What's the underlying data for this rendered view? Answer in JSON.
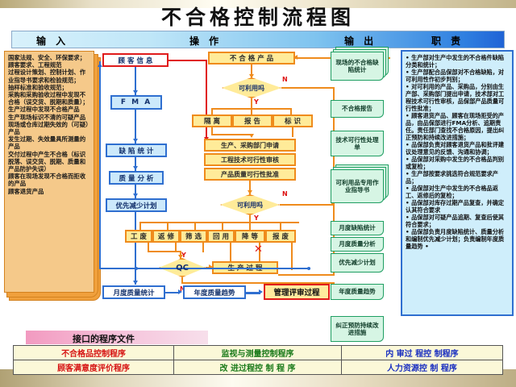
{
  "title": "不合格控制流程图",
  "header": {
    "input": "输  入",
    "operation": "操      作",
    "output": "输   出",
    "responsibility": "职   责"
  },
  "input_items": [
    "国家法规、安全、环保要求；",
    "顾客要求、工程规范",
    "过程设计策划、控制计划、作业指导书要求和检验规范；",
    "抽样标准和验收规范；",
    "采购和采购验收过程中发现不合格（误交货、脱期和质量）；",
    "生产过程中发现不合格产品",
    "生产现场标识不清的可疑产品",
    "现场或仓库过期失效的（可疑）产品",
    "发生过期、失效量具所测量的产品",
    "交付过程中产生不合格（标识脱落、误交货、脱期、质量和产品防护失误）",
    "顾客在现场发现不合格而拒收的产品",
    "顾客退货产品"
  ],
  "flow": {
    "customer_info": "顾 客 信 息",
    "fma": "F M A",
    "defect_stat": "缺 陷 统 计",
    "quality_analysis": "质 量 分 析",
    "priority_plan": "优先减少计划",
    "nonconforming": "不 合 格 产 品",
    "decision1": "可利用吗",
    "decision1_yes": "Y",
    "decision1_no": "N",
    "isolate": "隔   离",
    "report": "报   告",
    "mark": "标   识",
    "apply": "生产、采购部门申请",
    "tech_review": "工程技术可行性审核",
    "quality_approve": "产品质量可行性批准",
    "decision2": "可利用吗",
    "decision2_yes": "Y",
    "decision2_no": "N",
    "dispositions": [
      "工  废",
      "返  修",
      "筛  选",
      "回  用",
      "降   等",
      "报   废"
    ],
    "qc": "QC",
    "qc_yes": "Y",
    "qc_no": "N",
    "production": "生  产  过  程",
    "monthly_stat": "月度质量统计",
    "annual_trend": "年度质量趋势",
    "mgmt_review": "管理评审过程",
    "x_mark": "✕"
  },
  "outputs": [
    {
      "text": "现场的不合格缺陷统计",
      "stacked": true
    },
    {
      "text": "不合格报告",
      "stacked": false
    },
    {
      "text": "技术可行性处理单",
      "stacked": false
    },
    {
      "text": "可利用品专用作业指导书",
      "stacked": true
    },
    {
      "text": "月度缺陷统计",
      "stacked": false
    },
    {
      "text": "月度质量分析",
      "stacked": false
    },
    {
      "text": "优先减少计划",
      "stacked": false
    },
    {
      "text": "年度质量趋势",
      "stacked": false
    },
    {
      "text": "纠正预防持续改进措施",
      "stacked": false
    }
  ],
  "responsibilities": [
    "• 生产部对生产中发生的不合格件缺陷分类和统计；",
    "• 生产部配合品保部对不合格缺陷，对可利用性作初步判别；",
    "• 对可利用的产品、采购品，分别由生产部、采购部门提出申请，技术部对工程技术可行性审核，品保部产品质量可行性批准；",
    "• 顾客退货产品、顾客在现场拒受的产品，由品保部进行FMA分析、追期责任。责任部门查找不合格原因，提出纠正预防和持续改进措施；",
    "• 品保部负责对顾客退货产品和批评建议处理意见的反馈、沟通和协调；",
    "• 品保部对采购中发生的不合格品判别或复检；",
    "• 生产部按要求挑选符合规范要求产品；",
    "• 品保部对生产中发生的不合格品返工、返修后的复检；",
    "• 品保部对库存过期产品复查，并确定认其符合要求",
    "• 品保部对可疑产品追期、复查后使其符合要求；",
    "• 品保部负责月度缺陷统计、质量分析和编制优先减少计划；负责编制年度质量趋势 •"
  ],
  "interface_label": "接口的程序文件",
  "documents": [
    [
      "不合格品控制程序",
      "监视与测量控制程序",
      "内 审过 程控 制程序"
    ],
    [
      "顾客满意度评价程序",
      "改 进过程控 制 程 序",
      "人力资源控 制 程序"
    ]
  ]
}
